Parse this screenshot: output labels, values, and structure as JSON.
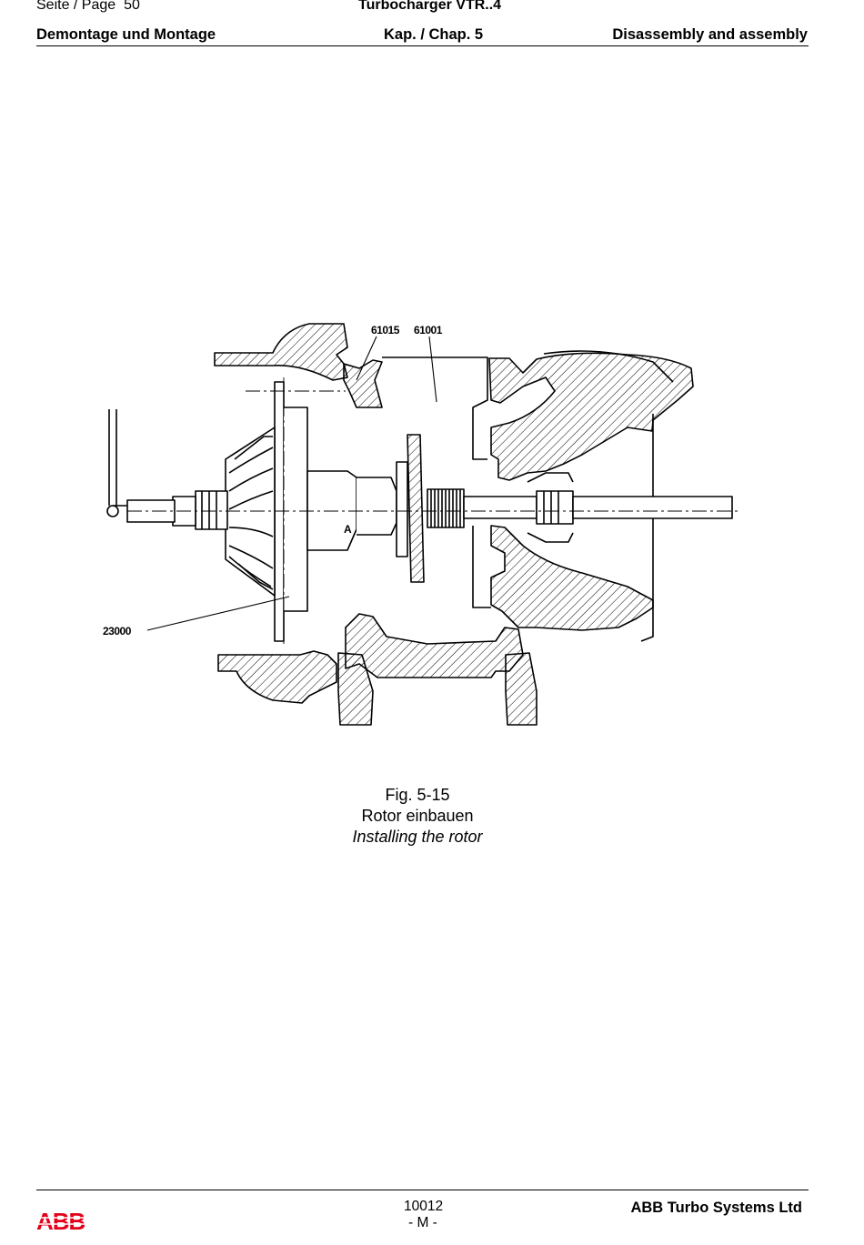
{
  "header": {
    "page_label": "Seite / Page",
    "page_number": "50",
    "product": "Turbocharger VTR..4",
    "section_de": "Demontage und Montage",
    "chapter": "Kap. / Chap. 5",
    "section_en": "Disassembly and assembly"
  },
  "figure": {
    "callouts": [
      "61015",
      "61001",
      "23000"
    ],
    "number": "Fig. 5-15",
    "title_de": "Rotor einbauen",
    "title_en": "Installing the rotor"
  },
  "footer": {
    "logo_text": "ABB",
    "doc_number": "10012",
    "revision": "- M -",
    "company": "ABB Turbo Systems Ltd"
  },
  "colors": {
    "logo_red": "#e2001a",
    "ink": "#000000"
  }
}
